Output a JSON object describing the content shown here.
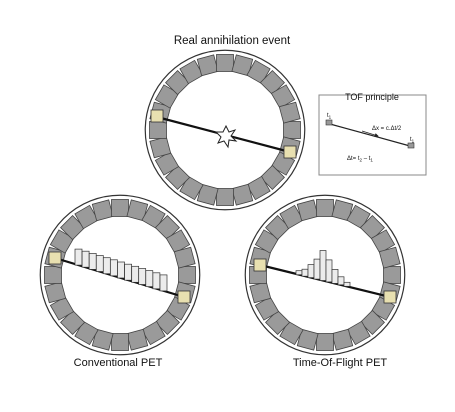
{
  "title": "Real annihilation event",
  "panels": {
    "top": {
      "label": ""
    },
    "left": {
      "label": "Conventional PET"
    },
    "right": {
      "label": "Time-Of-Flight  PET"
    }
  },
  "tof_box": {
    "title": "TOF principle",
    "t1": "t",
    "t1_sub": "1",
    "t2": "t",
    "t2_sub": "2",
    "delta_x": "Δx = c.Δt/2",
    "delta_t": "Δt= t",
    "delta_t_sub2": "2",
    "delta_t_mid": " – t",
    "delta_t_sub1": "1"
  },
  "colors": {
    "detector_fill": "#9a9a9a",
    "detector_stroke": "#444444",
    "ring_stroke": "#333333",
    "crystal_fill": "#e8e0b0",
    "lor": "#111111",
    "histogram_fill": "#ececec"
  },
  "icons": [
    "detector-block-icon",
    "annihilation-star-icon",
    "arrow-icon"
  ]
}
